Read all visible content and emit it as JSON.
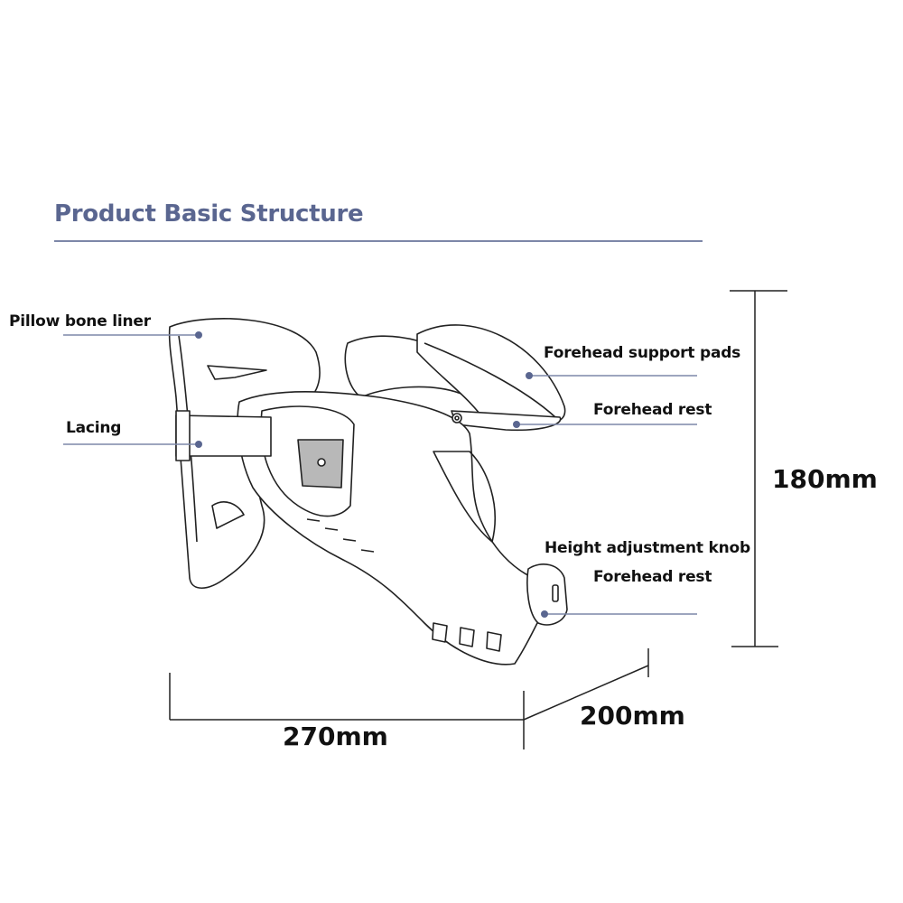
{
  "title": "Product Basic Structure",
  "labels": {
    "pillow_bone_liner": "Pillow bone liner",
    "lacing": "Lacing",
    "forehead_support_pads": "Forehead support pads",
    "forehead_rest_1": "Forehead rest",
    "height_adjustment_knob": "Height adjustment knob",
    "forehead_rest_2": "Forehead rest"
  },
  "dimensions": {
    "height": "180mm",
    "width": "270mm",
    "depth": "200mm"
  },
  "colors": {
    "accent": "#5a6690",
    "leader_line": "#7d87a8",
    "outline": "#222222"
  }
}
